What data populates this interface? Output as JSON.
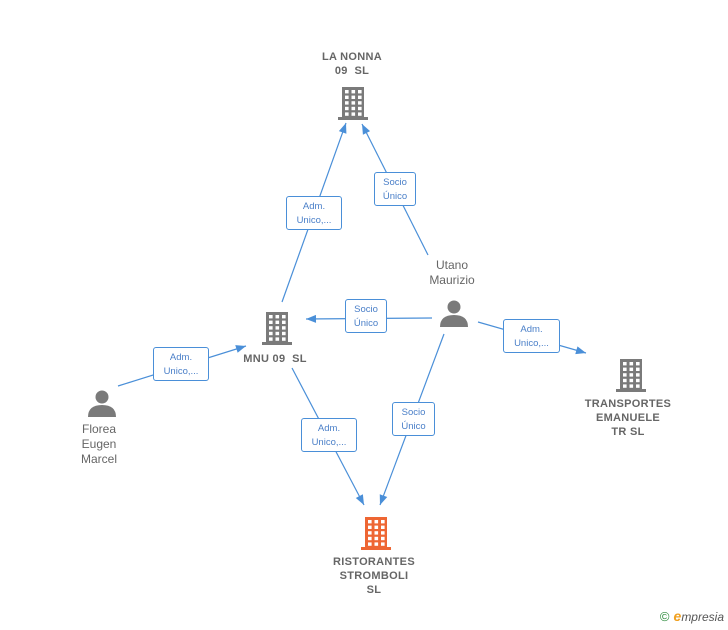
{
  "colors": {
    "edge": "#4a8fd8",
    "node_gray": "#7a7a7a",
    "node_highlight": "#ee6633"
  },
  "nodes": [
    {
      "id": "la-nonna",
      "type": "company",
      "icon": "building-icon",
      "lines": [
        "LA NONNA",
        "09  SL"
      ]
    },
    {
      "id": "mnu-09",
      "type": "company",
      "icon": "building-icon",
      "lines": [
        "MNU 09  SL"
      ]
    },
    {
      "id": "transportes",
      "type": "company",
      "icon": "building-icon",
      "lines": [
        "TRANSPORTES",
        "EMANUELE",
        "TR SL"
      ]
    },
    {
      "id": "ristorantes",
      "type": "company",
      "icon": "building-icon",
      "highlight": true,
      "lines": [
        "RISTORANTES",
        "STROMBOLI",
        "SL"
      ]
    },
    {
      "id": "utano",
      "type": "person",
      "icon": "person-icon",
      "lines": [
        "Utano",
        "Maurizio"
      ]
    },
    {
      "id": "florea",
      "type": "person",
      "icon": "person-icon",
      "lines": [
        "Florea",
        "Eugen",
        "Marcel"
      ]
    }
  ],
  "edges": [
    {
      "from": "mnu-09",
      "to": "la-nonna",
      "label": [
        "Adm.",
        "Unico,..."
      ]
    },
    {
      "from": "utano",
      "to": "la-nonna",
      "label": [
        "Socio",
        "Único"
      ]
    },
    {
      "from": "utano",
      "to": "mnu-09",
      "label": [
        "Socio",
        "Único"
      ]
    },
    {
      "from": "utano",
      "to": "transportes",
      "label": [
        "Adm.",
        "Unico,..."
      ]
    },
    {
      "from": "florea",
      "to": "mnu-09",
      "label": [
        "Adm.",
        "Unico,..."
      ]
    },
    {
      "from": "mnu-09",
      "to": "ristorantes",
      "label": [
        "Adm.",
        "Unico,..."
      ]
    },
    {
      "from": "utano",
      "to": "ristorantes",
      "label": [
        "Socio",
        "Único"
      ]
    }
  ],
  "brand": {
    "copyright": "©",
    "initial": "e",
    "name": "mpresia"
  }
}
